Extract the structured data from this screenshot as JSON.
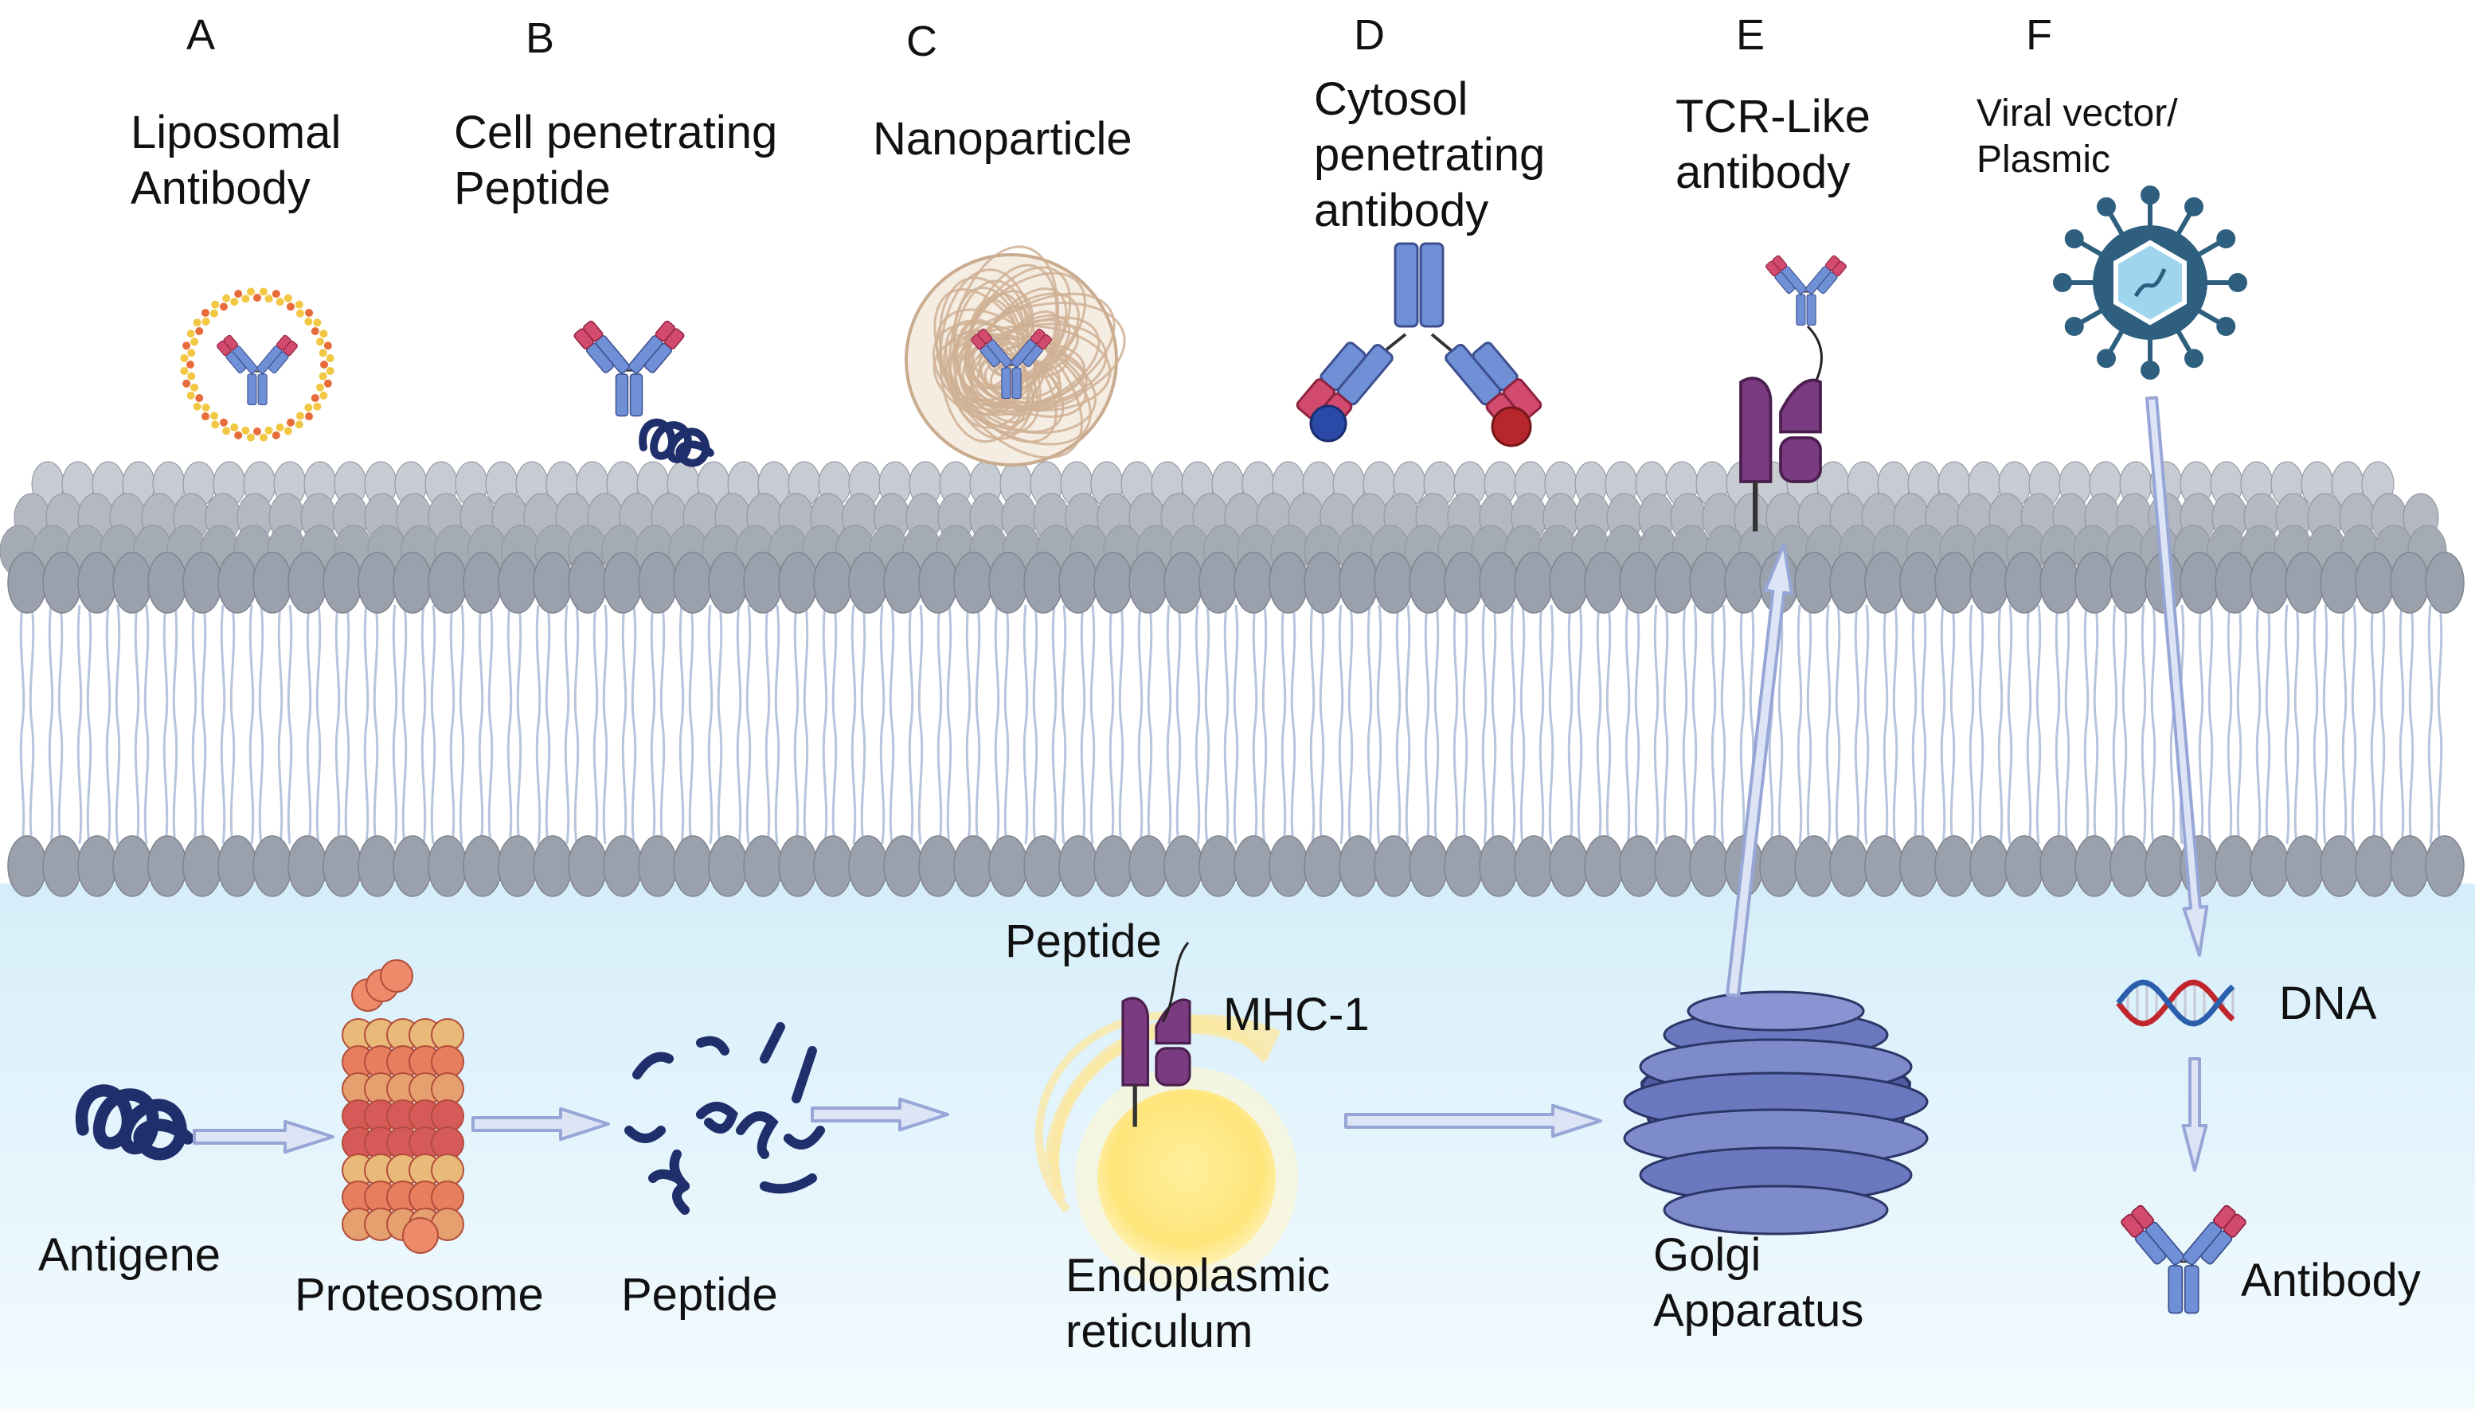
{
  "colors": {
    "membrane_head": "#9aa1ac",
    "membrane_head_light": "#b9bec6",
    "tail": "#b6c4dc",
    "cytoplasm": "#e4f4fb",
    "ab_blue": "#6f8fd6",
    "ab_pink": "#d24a6e",
    "mhc_purple": "#7b3b80",
    "arrow": "#c9d3ef",
    "arrow_edge": "#97a6d6",
    "navy": "#1f2f6b",
    "golgi": "#5b6bb0",
    "er_yellow": "#ffe98c"
  },
  "top_methods": [
    {
      "letter": "A",
      "label": "Liposomal\nAntibody",
      "icon": "liposome-antibody-icon"
    },
    {
      "letter": "B",
      "label": "Cell penetrating\nPeptide",
      "icon": "peptide-antibody-icon"
    },
    {
      "letter": "C",
      "label": "Nanoparticle",
      "icon": "nanoparticle-icon"
    },
    {
      "letter": "D",
      "label": "Cytosol\npenetrating\nantibody",
      "icon": "cytosol-antibody-icon"
    },
    {
      "letter": "E",
      "label": "TCR-Like\nantibody",
      "icon": "tcr-like-antibody-icon"
    },
    {
      "letter": "F",
      "label": "Viral vector/\nPlasmic",
      "icon": "virus-icon"
    }
  ],
  "pathway": {
    "antigene": "Antigene",
    "proteosome": "Proteosome",
    "peptide": "Peptide",
    "er": "Endoplasmic\nreticulum",
    "er_peptide": "Peptide",
    "mhc": "MHC-1",
    "golgi": "Golgi\nApparatus",
    "dna": "DNA",
    "antibody": "Antibody"
  }
}
